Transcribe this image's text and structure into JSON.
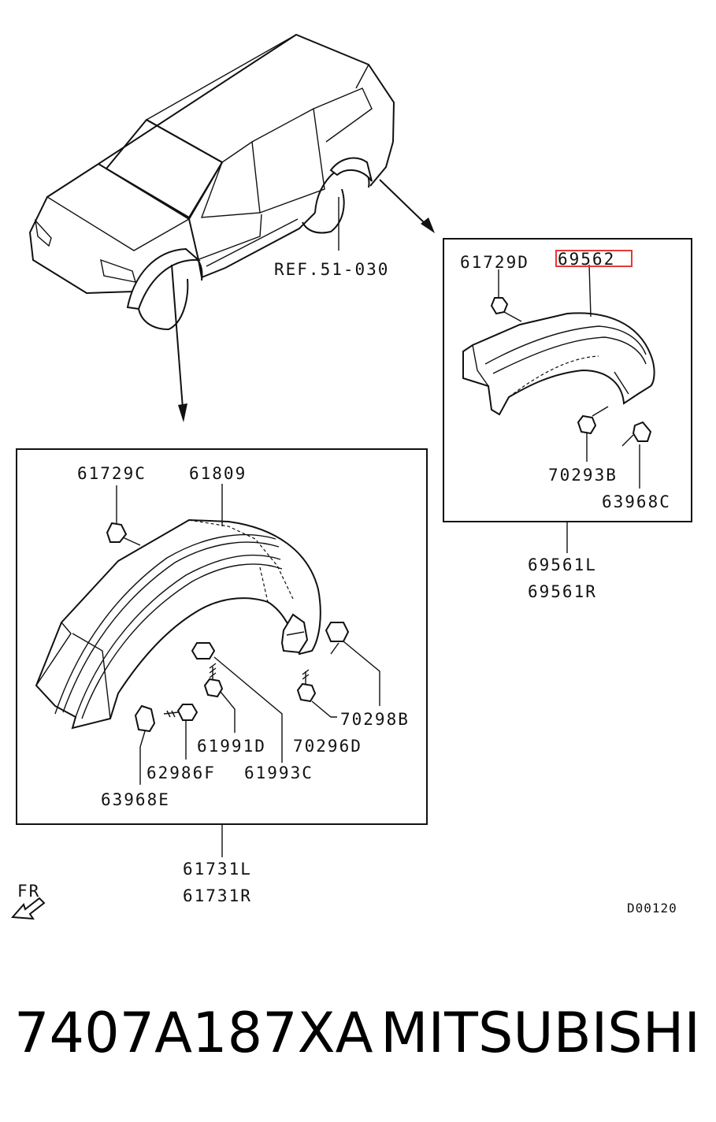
{
  "diagram": {
    "ref_label": "REF.51-030",
    "drawing_code": "D00120",
    "front_marker": "FR",
    "rear_box": {
      "assembly_labels": [
        "69561L",
        "69561R"
      ],
      "parts": {
        "clip": "61729D",
        "moulding": "69562",
        "screw": "70293B",
        "nut": "63968C"
      },
      "highlight_color": "#e53935"
    },
    "front_box": {
      "assembly_labels": [
        "61731L",
        "61731R"
      ],
      "parts": {
        "clip": "61729C",
        "moulding": "61809",
        "clip_nut": "70298B",
        "screw_a": "61991D",
        "screw_b": "70296D",
        "bolt": "62986F",
        "grommet": "61993C",
        "nut": "63968E"
      }
    }
  },
  "footer": {
    "part_number": "7407A187XA",
    "brand": "MITSUBISHI"
  }
}
